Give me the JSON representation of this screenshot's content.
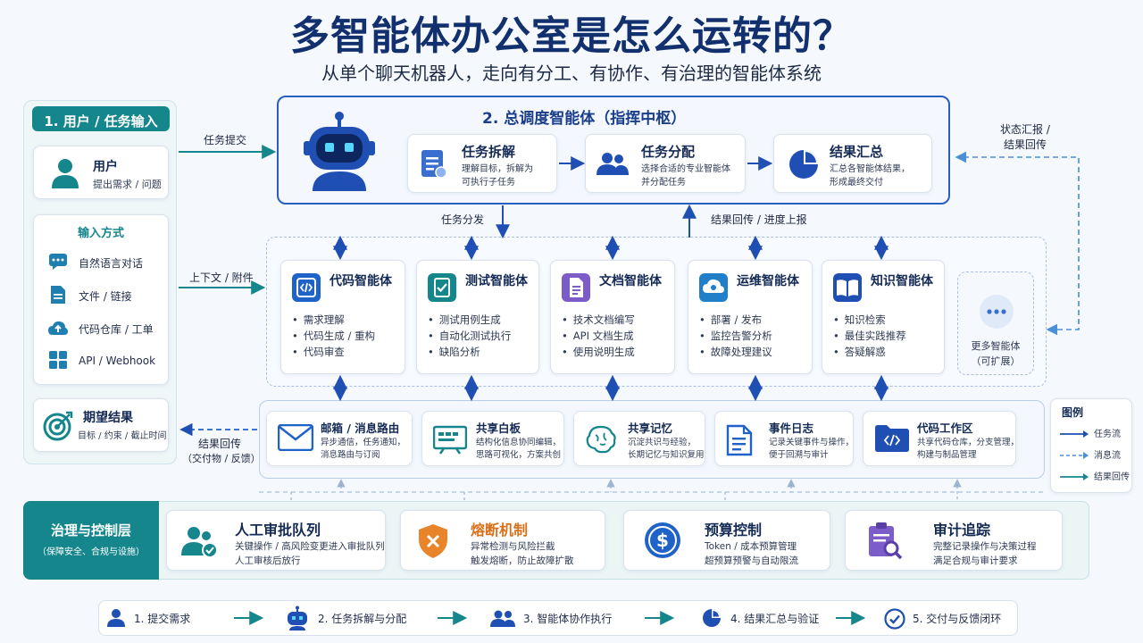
{
  "header": {
    "title": "多智能体办公室是怎么运转的？",
    "subtitle": "从单个聊天机器人，走向有分工、有协作、有治理的智能体系统"
  },
  "left": {
    "section_title": "1. 用户 / 任务输入",
    "user_title": "用户",
    "user_desc": "提出需求 / 问题",
    "input_title": "输入方式",
    "inputs": [
      "自然语言对话",
      "文件 / 链接",
      "代码仓库 / 工单",
      "API / Webhook"
    ],
    "result_title": "期望结果",
    "result_desc": "目标 / 约束 / 截止时间"
  },
  "arrows": {
    "task_submit": "任务提交",
    "context": "上下文 / 附件",
    "result_back": "结果回传",
    "result_back_sub": "（交付物 / 反馈）",
    "status_report": "状态汇报 /",
    "status_report2": "结果回传",
    "task_dispatch": "任务分发",
    "result_progress": "结果回传 / 进度上报"
  },
  "orchestrator": {
    "title": "2. 总调度智能体（指挥中枢）",
    "steps": [
      {
        "title": "任务拆解",
        "desc1": "理解目标，拆解为",
        "desc2": "可执行子任务"
      },
      {
        "title": "任务分配",
        "desc1": "选择合适的专业智能体",
        "desc2": "并分配任务"
      },
      {
        "title": "结果汇总",
        "desc1": "汇总各智能体结果，",
        "desc2": "形成最终交付"
      }
    ]
  },
  "agents": [
    {
      "title": "代码智能体",
      "items": [
        "需求理解",
        "代码生成 / 重构",
        "代码审查"
      ]
    },
    {
      "title": "测试智能体",
      "items": [
        "测试用例生成",
        "自动化测试执行",
        "缺陷分析"
      ]
    },
    {
      "title": "文档智能体",
      "items": [
        "技术文档编写",
        "API 文档生成",
        "使用说明生成"
      ]
    },
    {
      "title": "运维智能体",
      "items": [
        "部署 / 发布",
        "监控告警分析",
        "故障处理建议"
      ]
    },
    {
      "title": "知识智能体",
      "items": [
        "知识检索",
        "最佳实践推荐",
        "答疑解惑"
      ]
    }
  ],
  "more_agents": {
    "title": "更多智能体",
    "sub": "（可扩展）"
  },
  "shared": [
    {
      "title": "邮箱 / 消息路由",
      "desc1": "异步通信，任务通知，",
      "desc2": "消息路由与订阅"
    },
    {
      "title": "共享白板",
      "desc1": "结构化信息协同编辑，",
      "desc2": "思路可视化，方案共创"
    },
    {
      "title": "共享记忆",
      "desc1": "沉淀共识与经验，",
      "desc2": "长期记忆与知识复用"
    },
    {
      "title": "事件日志",
      "desc1": "记录关键事件与操作，",
      "desc2": "便于回溯与审计"
    },
    {
      "title": "代码工作区",
      "desc1": "共享代码仓库，分支管理，",
      "desc2": "构建与制品管理"
    }
  ],
  "legend": {
    "title": "图例",
    "items": [
      "任务流",
      "消息流",
      "结果回传"
    ]
  },
  "governance": {
    "title": "治理与控制层",
    "sub": "（保障安全、合规与设施）",
    "cards": [
      {
        "title": "人工审批队列",
        "desc1": "关键操作 / 高风险变更进入审批队列",
        "desc2": "人工审核后放行"
      },
      {
        "title": "熔断机制",
        "desc1": "异常检测与风险拦截",
        "desc2": "触发熔断，防止故障扩散"
      },
      {
        "title": "预算控制",
        "desc1": "Token / 成本预算管理",
        "desc2": "超预算预警与自动限流"
      },
      {
        "title": "审计追踪",
        "desc1": "完整记录操作与决策过程",
        "desc2": "满足合规与审计要求"
      }
    ]
  },
  "flow": [
    "1. 提交需求",
    "2. 任务拆解与分配",
    "3. 智能体协作执行",
    "4. 结果汇总与验证",
    "5. 交付与反馈闭环"
  ],
  "colors": {
    "navy": "#12306e",
    "teal": "#15868c",
    "blue": "#1f63c9",
    "orange": "#e8852a",
    "purple": "#7c5cc9"
  }
}
